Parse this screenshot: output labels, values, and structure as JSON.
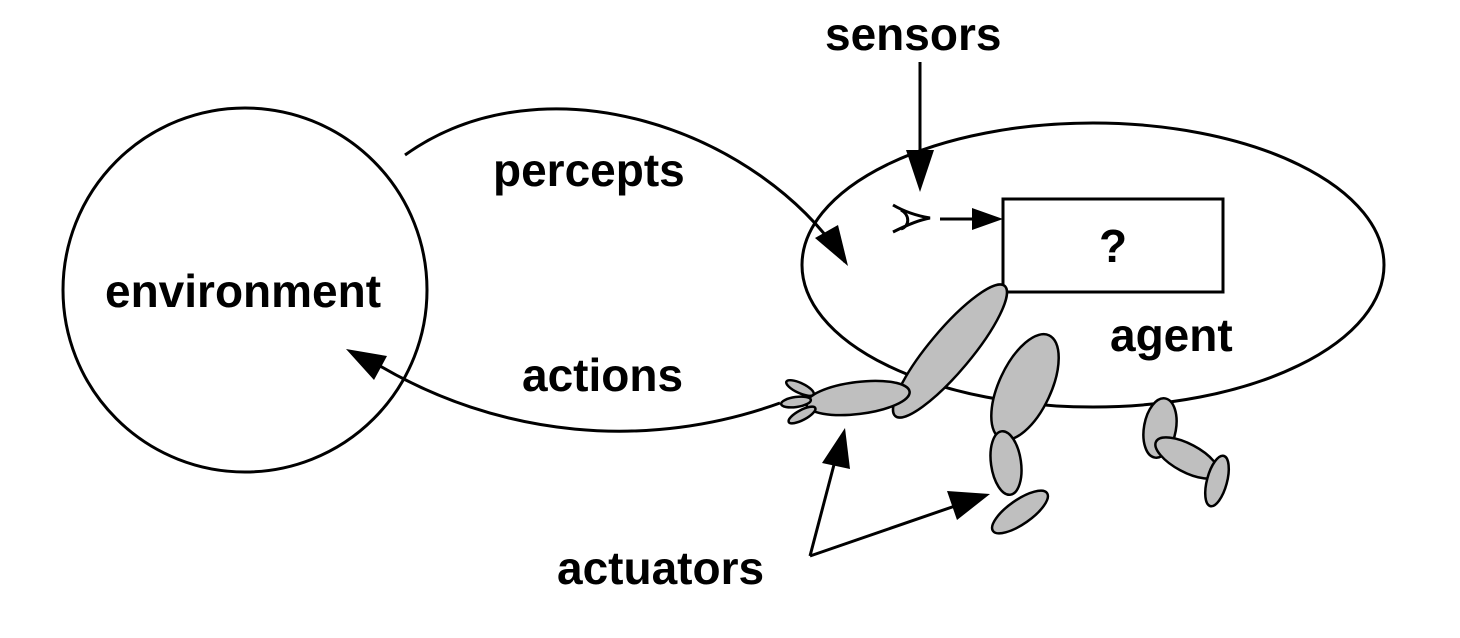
{
  "labels": {
    "environment": "environment",
    "percepts": "percepts",
    "actions": "actions",
    "sensors": "sensors",
    "agent": "agent",
    "unknown": "?",
    "actuators": "actuators"
  },
  "colors": {
    "line": "#000000",
    "limb_fill": "#bfbfbf",
    "background": "#ffffff"
  }
}
